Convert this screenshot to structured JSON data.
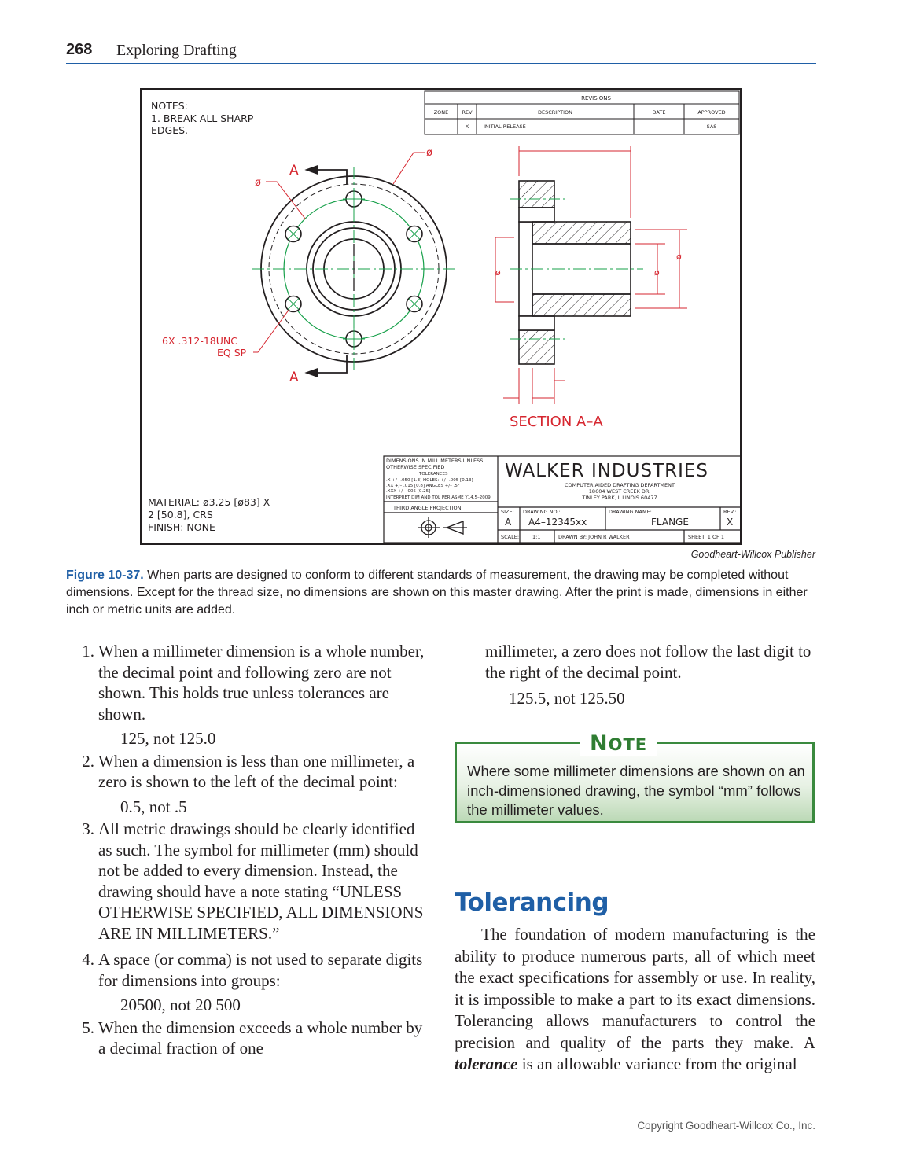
{
  "header": {
    "page_number": "268",
    "book_title": "Exploring Drafting"
  },
  "drawing": {
    "notes": [
      "NOTES:",
      "1. BREAK ALL SHARP",
      "EDGES."
    ],
    "revisions": {
      "title": "REVISIONS",
      "columns": [
        "ZONE",
        "REV",
        "DESCRIPTION",
        "DATE",
        "APPROVED"
      ],
      "row": [
        "",
        "X",
        "INITIAL RELEASE",
        "",
        "SAS"
      ]
    },
    "section_labels": [
      "A",
      "A"
    ],
    "diameter_symbol": "ø",
    "thread_callout": [
      "6X .312-18UNC",
      "EQ SP"
    ],
    "section_title": "SECTION A–A",
    "tolerance_block": [
      "DIMENSIONS IN MILLIMETERS UNLESS",
      "OTHERWISE SPECIFIED",
      "TOLERANCES",
      ".X   +/– .050 [1.3]   HOLES: +/– .005 [0.13]",
      ".XX  +/– .015 [0.8]   ANGLES +/– .5°",
      ".XXX +/– .005 [0.25]",
      "INTERPRET DIM AND TOL PER ASME Y14.5–2009"
    ],
    "projection": "THIRD ANGLE PROJECTION",
    "company": "WALKER  INDUSTRIES",
    "company_lines": [
      "COMPUTER AIDED DRAFTING DEPARTMENT",
      "18604 WEST CREEK DR.",
      "TINLEY PARK, ILLINOIS 60477"
    ],
    "title_block": {
      "size_label": "SIZE:",
      "size": "A",
      "drawing_no_label": "DRAWING NO.:",
      "drawing_no": "A4–12345xx",
      "drawing_name_label": "DRAWING NAME:",
      "drawing_name": "FLANGE",
      "rev_label": "REV.:",
      "rev": "X",
      "scale_label": "SCALE:",
      "scale": "1:1",
      "drawn_by": "DRAWN BY: JOHN R WALKER",
      "sheet": "SHEET: 1 OF 1"
    },
    "material": [
      "MATERIAL: ø3.25 [ø83] X",
      "2 [50.8], CRS",
      "FINISH: NONE"
    ]
  },
  "credit": "Goodheart-Willcox Publisher",
  "caption": {
    "label": "Figure 10-37.",
    "text": " When parts are designed to conform to different standards of measurement, the drawing may be completed without dimensions. Except for the thread size, no dimensions are shown on this master drawing. After the print is made, dimensions in either inch or metric units are added."
  },
  "rules": [
    {
      "num": "1.",
      "text": "When a millimeter dimension is a whole number, the decimal point and following zero are not shown. This holds true unless tolerances are shown.",
      "example": "125, not 125.0"
    },
    {
      "num": "2.",
      "text": "When a dimension is less than one millimeter, a zero is shown to the left of the decimal point:",
      "example": "0.5, not .5"
    },
    {
      "num": "3.",
      "text": "All metric drawings should be clearly identified as such. The symbol for millimeter (mm) should not be added to every dimension. Instead, the drawing should have a note stating “UNLESS OTHERWISE SPECIFIED, ALL DIMENSIONS ARE IN MILLIMETERS.”",
      "example": ""
    },
    {
      "num": "4.",
      "text": "A space (or comma) is not used to separate digits for dimensions into groups:",
      "example": "20500, not 20 500"
    },
    {
      "num": "5.",
      "text": "When the dimension exceeds a whole number by a decimal fraction of one",
      "example": ""
    }
  ],
  "rule5_continued": {
    "text": "millimeter, a zero does not follow the last digit to the right of the decimal point.",
    "example": "125.5, not 125.50"
  },
  "note": {
    "title_first": "N",
    "title_rest": "OTE",
    "text": "Where some millimeter dimensions are shown on an inch-dimensioned drawing, the symbol “mm” follows the millimeter values."
  },
  "section": {
    "heading": "Tolerancing",
    "para_before": "The foundation of modern manufacturing is the ability to produce numerous parts, all of which meet the exact specifications for assembly or use. In reality, it is impossible to make a part to its exact dimensions. Tolerancing allows manufacturers to control the precision and quality of the parts they make. A ",
    "term": "tolerance",
    "para_after": " is an allowable variance from the original"
  },
  "copyright": "Copyright Goodheart-Willcox Co., Inc.",
  "colors": {
    "accent_blue": "#1f5fa6",
    "note_green": "#3a8a3e",
    "dim_red": "#d6262f",
    "center_green": "#17a04a"
  }
}
